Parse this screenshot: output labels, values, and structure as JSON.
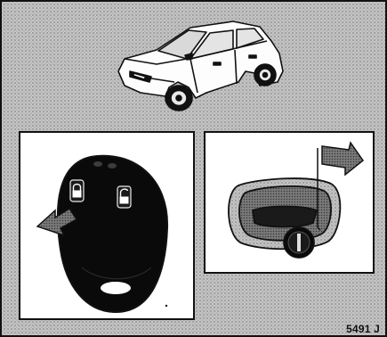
{
  "figure": {
    "reference_code": "5491 J"
  },
  "colors": {
    "background_halftone": "#b9b9b9",
    "ink": "#111111",
    "panel_fill": "#ffffff",
    "highlight": "#ffffff"
  },
  "icons": {
    "car": "car-illustration",
    "remote": "key-fob-remote",
    "lock_button": "padlock-closed-icon",
    "unlock_button": "padlock-open-icon",
    "press_arrow": "arrow-icon",
    "door_handle": "door-handle-lock"
  }
}
